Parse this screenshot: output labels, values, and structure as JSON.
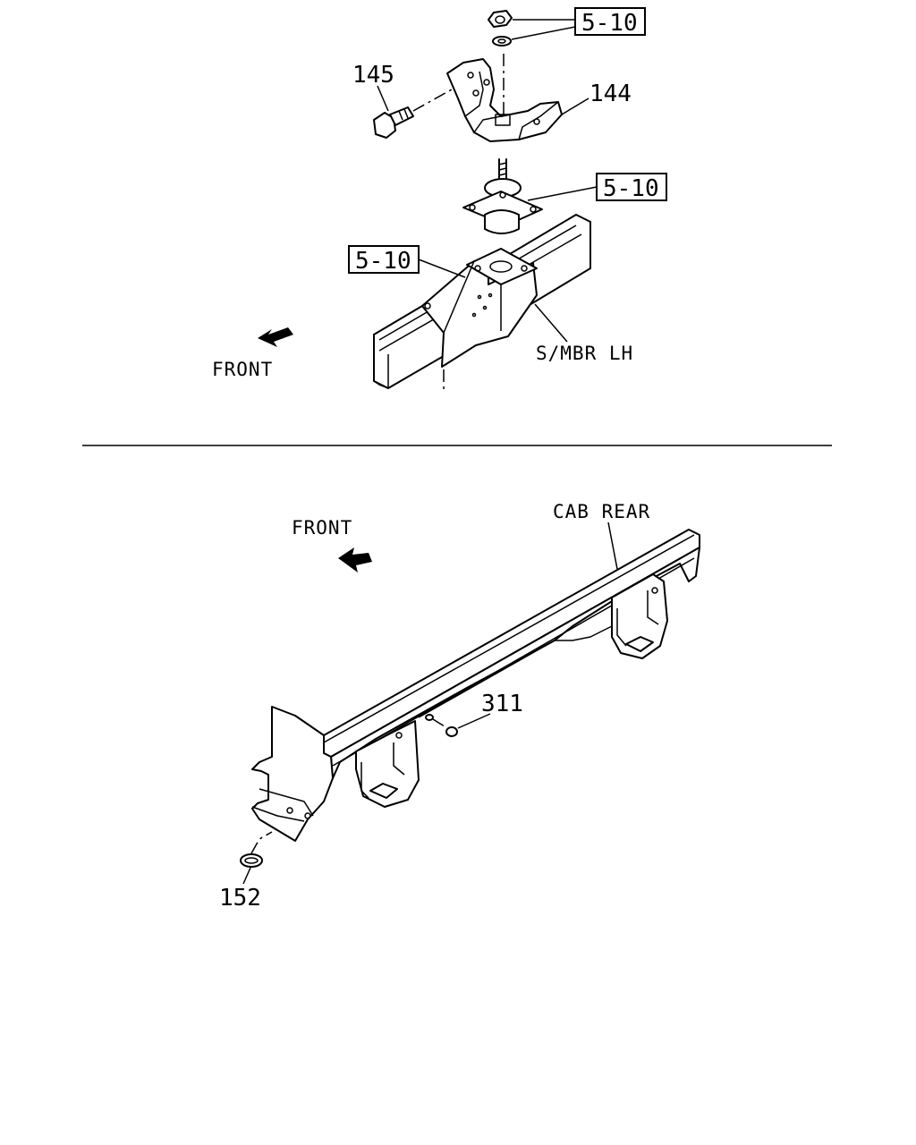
{
  "top_diagram": {
    "callouts": {
      "nut_washer_ref": "5-10",
      "mount_ref": "5-10",
      "bracket_ref": "5-10",
      "bolt": "145",
      "upper_bracket": "144",
      "member": "S/MBR LH",
      "direction": "FRONT"
    }
  },
  "bottom_diagram": {
    "callouts": {
      "direction": "FRONT",
      "crossmember": "CAB REAR",
      "plug": "311",
      "grommet": "152"
    }
  }
}
